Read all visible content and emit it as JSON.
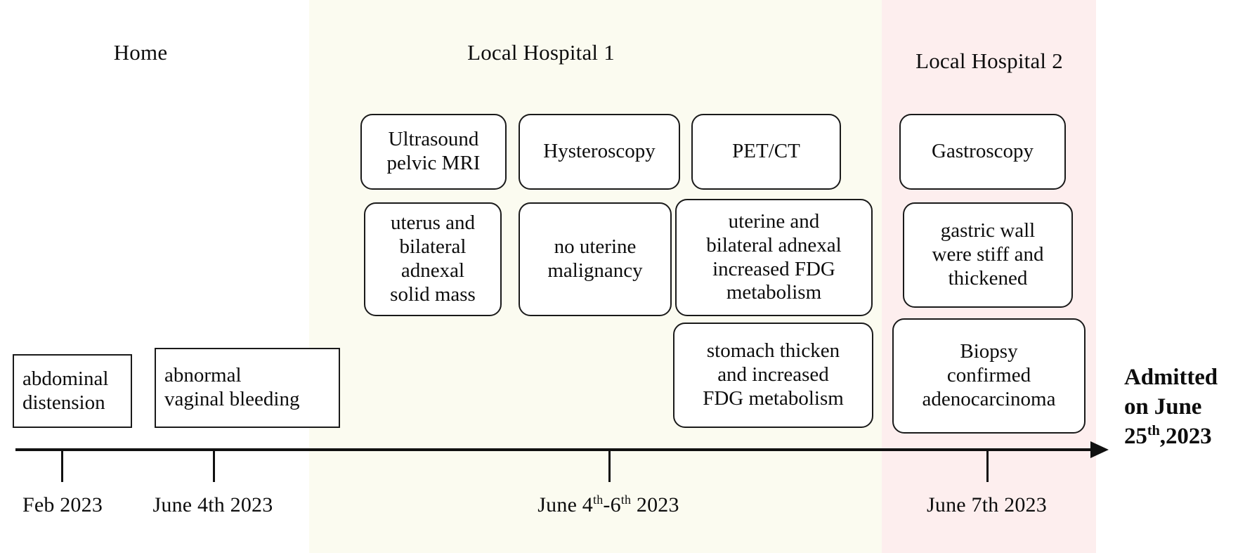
{
  "diagram": {
    "type": "clinical-timeline",
    "zones": [
      {
        "id": "home",
        "label": "Home",
        "background": "#ffffff"
      },
      {
        "id": "hospital1",
        "label": "Local Hospital 1",
        "background": "#fbfbf0"
      },
      {
        "id": "hospital2",
        "label": "Local Hospital 2",
        "background": "#fdeeee"
      }
    ],
    "symptom_boxes": [
      {
        "id": "abdominal-distension",
        "text": "abdominal\ndistension"
      },
      {
        "id": "abnormal-vaginal-bleeding",
        "text": "abnormal\nvaginal bleeding"
      }
    ],
    "investigation_boxes": [
      {
        "id": "ultrasound-pelvic-mri",
        "text": "Ultrasound\npelvic MRI",
        "zone": "hospital1"
      },
      {
        "id": "hysteroscopy",
        "text": "Hysteroscopy",
        "zone": "hospital1"
      },
      {
        "id": "pet-ct",
        "text": "PET/CT",
        "zone": "hospital1"
      },
      {
        "id": "gastroscopy",
        "text": "Gastroscopy",
        "zone": "hospital2"
      }
    ],
    "finding_boxes": [
      {
        "id": "us-mri-finding",
        "text": "uterus and\nbilateral\nadnexal\nsolid mass",
        "zone": "hospital1"
      },
      {
        "id": "hyst-finding",
        "text": "no uterine\nmalignancy",
        "zone": "hospital1"
      },
      {
        "id": "petct-finding-1",
        "text": "uterine and\nbilateral adnexal\nincreased FDG\nmetabolism",
        "zone": "hospital1"
      },
      {
        "id": "petct-finding-2",
        "text": "stomach thicken\nand increased\nFDG metabolism",
        "zone": "hospital1"
      },
      {
        "id": "gastro-finding",
        "text": "gastric wall\nwere stiff and\nthickened",
        "zone": "hospital2"
      },
      {
        "id": "biopsy-finding",
        "text": "Biopsy\nconfirmed\nadenocarcinoma",
        "zone": "hospital2"
      }
    ],
    "timeline": {
      "ticks": [
        {
          "id": "tick-feb-2023",
          "label_html": "Feb  2023"
        },
        {
          "id": "tick-june-4",
          "label_html": "June 4th 2023"
        },
        {
          "id": "tick-june-4-6",
          "label_html": "June 4<sup>th</sup>-6<sup>th</sup> 2023"
        },
        {
          "id": "tick-june-7",
          "label_html": "June 7th 2023"
        }
      ],
      "endpoint_note_html": "Admitted on June 25<sup>th</sup>,2023"
    }
  }
}
